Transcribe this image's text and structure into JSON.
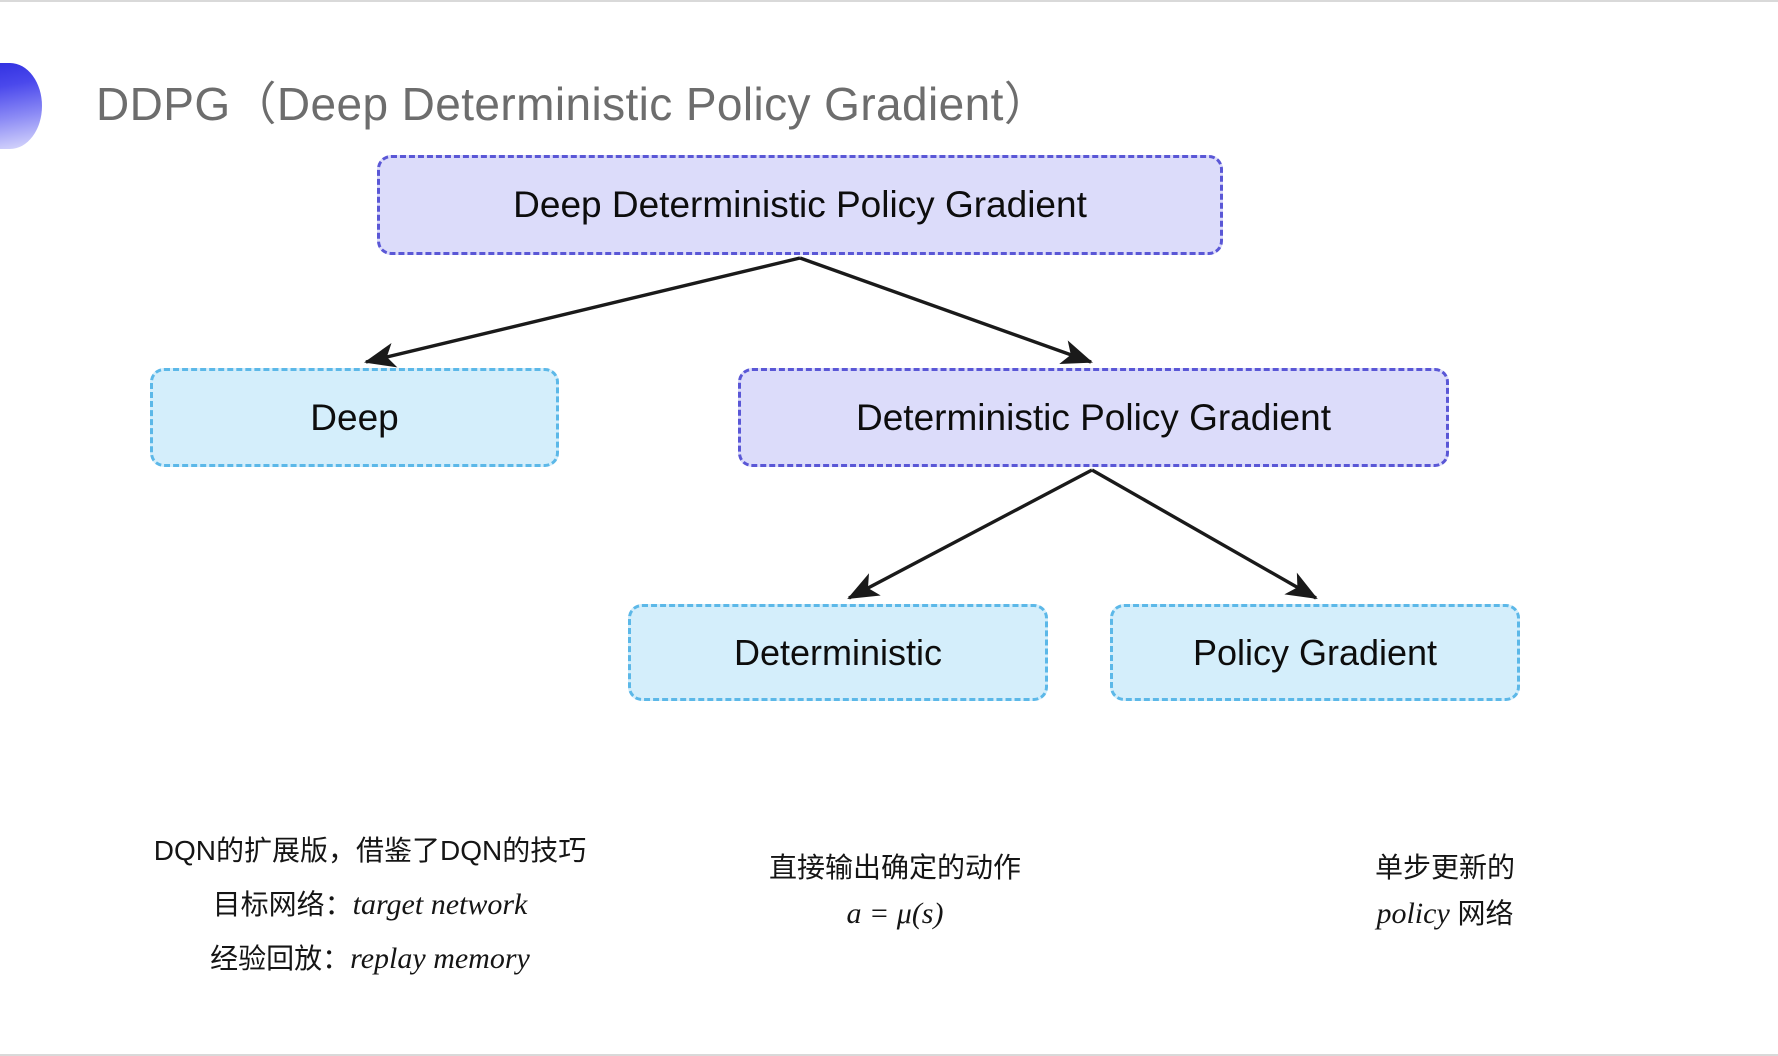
{
  "slide": {
    "title": "DDPG（Deep Deterministic Policy Gradient）",
    "background_color": "#ffffff",
    "title_color": "#6d6d6d",
    "accent_gradient_from": "#2f2fe0",
    "accent_gradient_to": "#dcdcfc"
  },
  "diagram": {
    "type": "tree",
    "node_colors": {
      "purple_fill": "#dcdcfa",
      "purple_border": "#5a57d6",
      "cyan_fill": "#d4eefb",
      "cyan_border": "#5cb8e8",
      "arrow_color": "#1a1a1a"
    },
    "nodes": [
      {
        "id": "root",
        "label": "Deep Deterministic Policy Gradient",
        "style": "purple"
      },
      {
        "id": "deep",
        "label": "Deep",
        "style": "cyan"
      },
      {
        "id": "dpg",
        "label": "Deterministic Policy Gradient",
        "style": "purple"
      },
      {
        "id": "det",
        "label": "Deterministic",
        "style": "cyan"
      },
      {
        "id": "pg",
        "label": "Policy Gradient",
        "style": "cyan"
      }
    ],
    "edges": [
      {
        "from": "root",
        "to": "deep"
      },
      {
        "from": "root",
        "to": "dpg"
      },
      {
        "from": "dpg",
        "to": "det"
      },
      {
        "from": "dpg",
        "to": "pg"
      }
    ]
  },
  "captions": {
    "deep": {
      "line1": "DQN的扩展版，借鉴了DQN的技巧",
      "line2_label": "目标网络：",
      "line2_term": "target network",
      "line3_label": "经验回放：",
      "line3_term": "replay memory"
    },
    "deterministic": {
      "line1": "直接输出确定的动作",
      "formula": "a = μ(s)"
    },
    "policy_gradient": {
      "line1": "单步更新的",
      "line2_term": "policy",
      "line2_suffix": " 网络"
    }
  }
}
